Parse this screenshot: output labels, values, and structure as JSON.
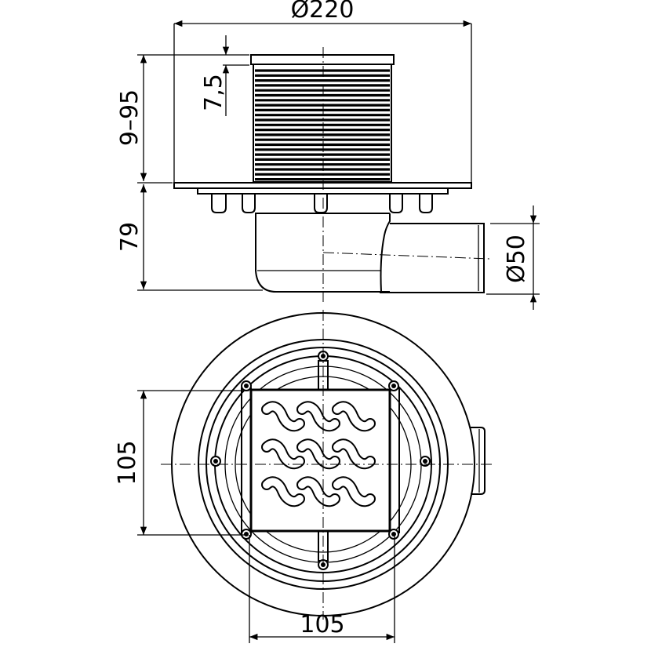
{
  "drawing": {
    "title": "Floor drain technical drawing",
    "dimensions": {
      "overall_diameter": "Ø220",
      "height_adjust": "9–95",
      "grate_thickness": "7,5",
      "body_height": "79",
      "outlet_diameter": "Ø50",
      "grate_height": "105",
      "grate_width": "105"
    }
  }
}
